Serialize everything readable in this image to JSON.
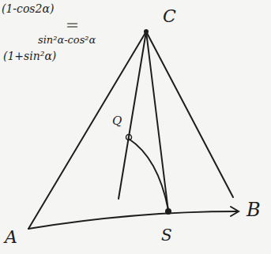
{
  "diagram": {
    "labels": [
      "(1-cos2α)",
      "||",
      "sin²α-cos²α",
      "(1+sin²α)",
      "C",
      "Q",
      "A",
      "S",
      "B"
    ]
  }
}
